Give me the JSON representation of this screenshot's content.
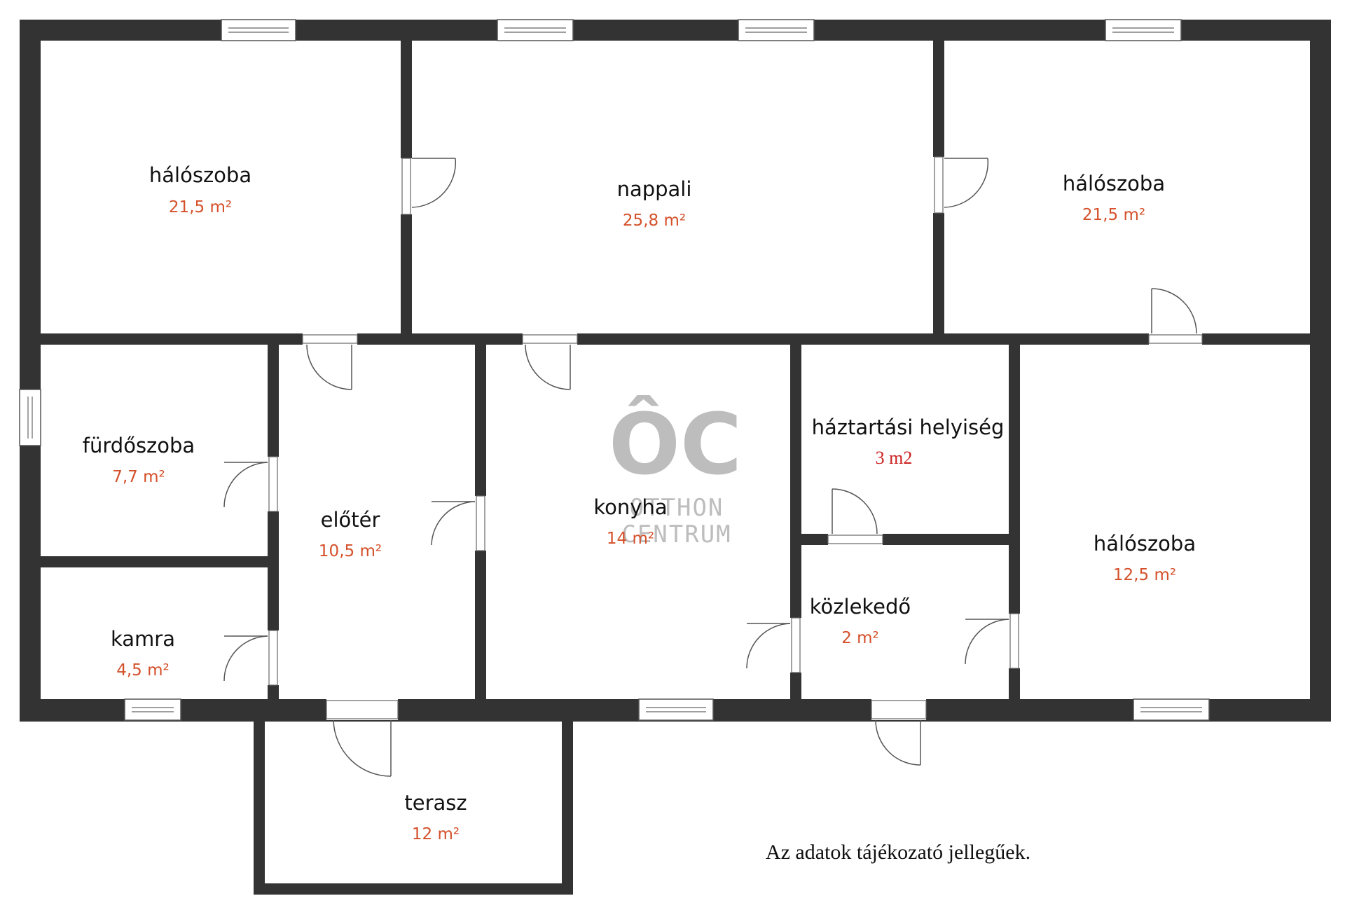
{
  "rooms": {
    "bedroom_left": {
      "name": "hálószoba",
      "area": "21,5 m²"
    },
    "living": {
      "name": "nappali",
      "area": "25,8 m²"
    },
    "bedroom_right": {
      "name": "hálószoba",
      "area": "21,5 m²"
    },
    "bathroom": {
      "name": "fürdőszoba",
      "area": "7,7 m²"
    },
    "hall": {
      "name": "előtér",
      "area": "10,5 m²"
    },
    "kitchen": {
      "name": "konyha",
      "area": "14 m²"
    },
    "utility": {
      "name": "háztartási helyiség",
      "area": "3 m2"
    },
    "bedroom_small": {
      "name": "hálószoba",
      "area": "12,5 m²"
    },
    "pantry": {
      "name": "kamra",
      "area": "4,5 m²"
    },
    "corridor": {
      "name": "közlekedő",
      "area": "2 m²"
    },
    "terrace": {
      "name": "terasz",
      "area": "12 m²"
    }
  },
  "logo": {
    "mark": "ÔC",
    "line1": "OTTHON",
    "line2": "CENTRUM"
  },
  "note": "Az adatok tájékozató jellegűek.",
  "colors": {
    "wall": "#333333",
    "area": "#d4502a",
    "utility_area": "#cc2222",
    "logo": "#bdbdbd"
  }
}
